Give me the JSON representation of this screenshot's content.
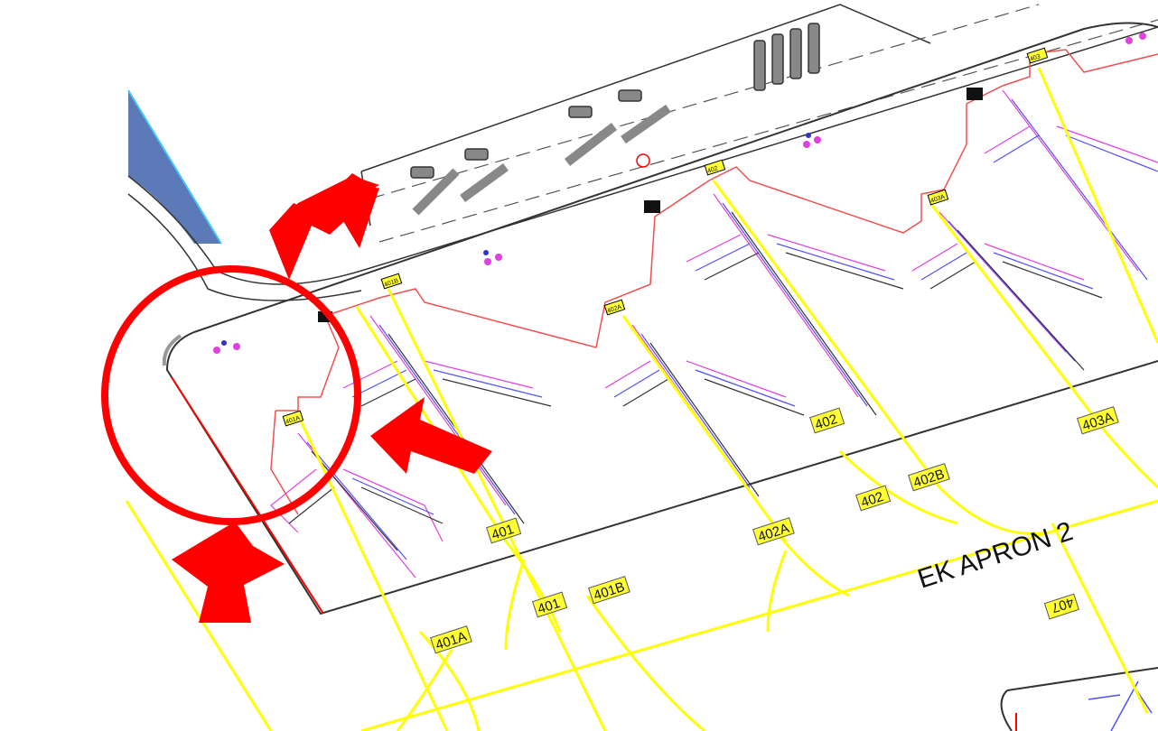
{
  "apron": {
    "title": "EK APRON 2"
  },
  "stand_labels": {
    "s401": "401",
    "s401_lead": "401",
    "s401A": "401A",
    "s401B": "401B",
    "s402": "402",
    "s402_lead": "402",
    "s402A": "402A",
    "s402B": "402B",
    "s403A": "403A",
    "s407": "407"
  },
  "small_tags": {
    "t401A": "401A",
    "t401B": "401B",
    "t402A": "402A",
    "t402": "402",
    "t403A": "403A",
    "t403": "403"
  },
  "colors": {
    "highlight_red": "#ff0000",
    "taxi_line": "#ffff00",
    "apron_edge": "#333333",
    "stand_boundary": "#f05050",
    "aircraft_magenta": "#e040e0",
    "aircraft_blue": "#5050ff",
    "label_fill": "#ffff33",
    "water": "#4a6bb0"
  },
  "icons": {
    "highlight_circle": "circle-highlight-icon",
    "arrows": "arrow-icon"
  }
}
